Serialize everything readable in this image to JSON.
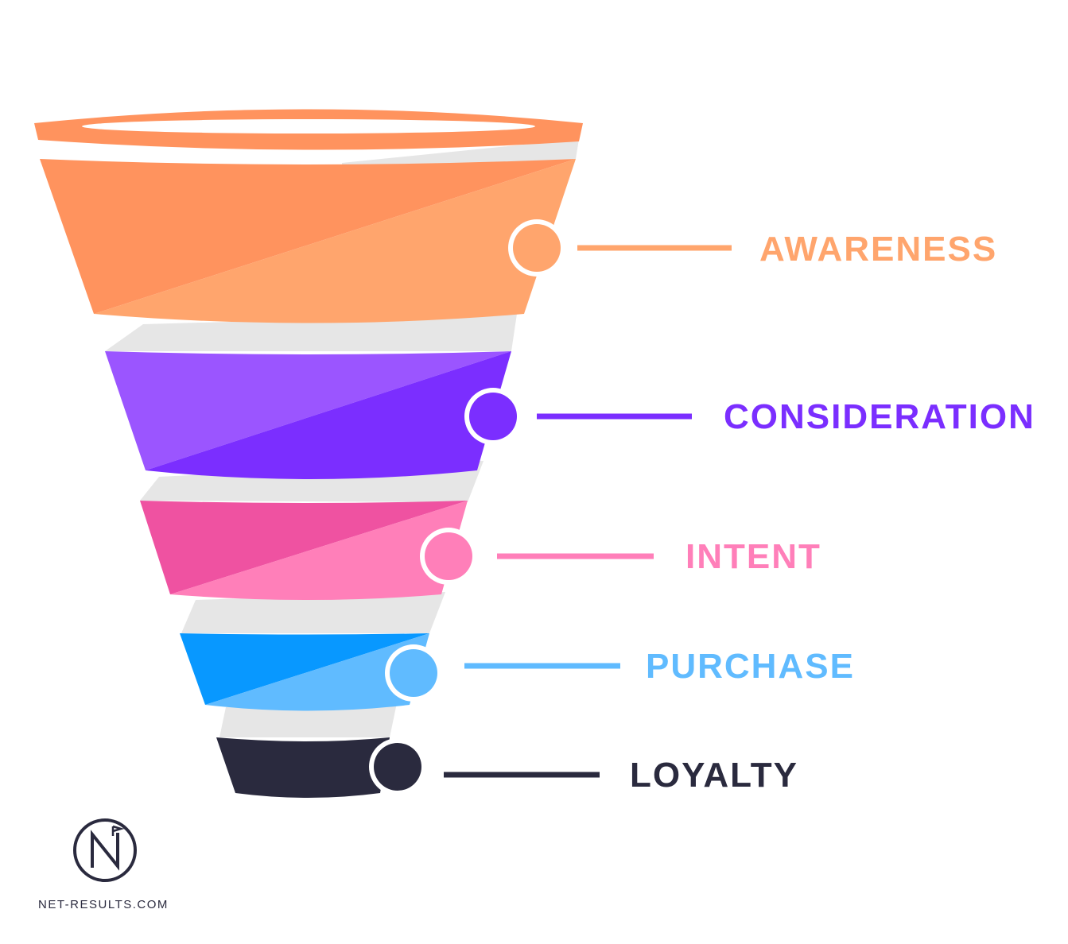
{
  "stages": [
    {
      "label": "AWARENESS",
      "color_dark": "#ff935e",
      "color_light": "#ffa56d",
      "label_color": "#ffa56d",
      "dot_color": "#ffa56d"
    },
    {
      "label": "CONSIDERATION",
      "color_dark": "#7b2eff",
      "color_light": "#9b55ff",
      "label_color": "#7b2eff",
      "dot_color": "#7b2eff"
    },
    {
      "label": "INTENT",
      "color_dark": "#ef52a1",
      "color_light": "#ff7fb9",
      "label_color": "#ff7fb9",
      "dot_color": "#ff7fb9"
    },
    {
      "label": "PURCHASE",
      "color_dark": "#0898ff",
      "color_light": "#60bbff",
      "label_color": "#60bbff",
      "dot_color": "#60bbff"
    },
    {
      "label": "LOYALTY",
      "color_dark": "#2a2a3e",
      "color_light": "#2a2a3e",
      "label_color": "#2a2a3e",
      "dot_color": "#2a2a3e"
    }
  ],
  "rim_color": "#ff935e",
  "back_color": "#e6e6e6",
  "brand": {
    "logo_letter": "N",
    "url": "NET-RESULTS.COM",
    "color": "#2a2a3e"
  }
}
